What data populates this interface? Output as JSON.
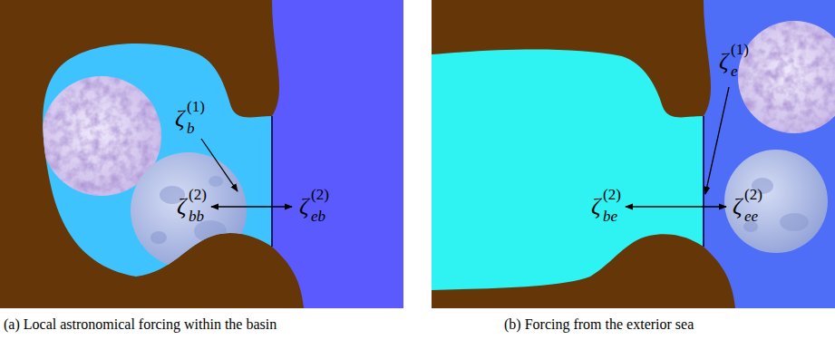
{
  "diagram": {
    "nodes": [
      {
        "text": [
          "(a) Local astronomical forcing within the basin"
        ]
      },
      {
        "text": [
          "(b) Forcing from the exterior sea"
        ]
      }
    ],
    "labels": [
      "ζ",
      "(1)",
      "b",
      "ζ",
      "(2)",
      "bb",
      "ζ",
      "(2)",
      "eb",
      "ζ",
      "(1)",
      "e",
      "ζ",
      "(2)",
      "be",
      "ζ",
      "(2)",
      "ee"
    ]
  }
}
